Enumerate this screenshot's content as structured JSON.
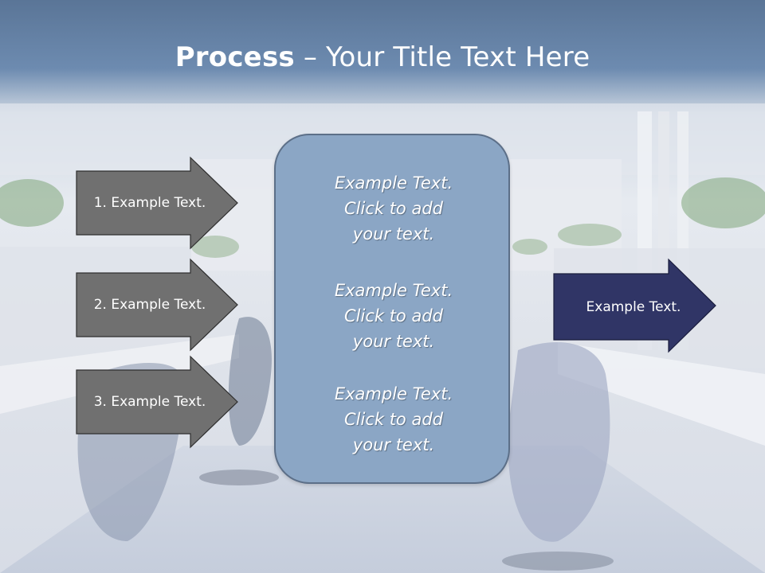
{
  "slide": {
    "title_strong": "Process",
    "title_rest": " – Your Title Text Here",
    "left_items": [
      "1. Example Text.",
      "2. Example Text.",
      "3. Example Text."
    ],
    "center_paragraphs": [
      "Example Text.\nClick  to add\nyour text.",
      "Example Text.\nClick  to add\nyour text.",
      "Example Text.\nClick  to add\nyour text."
    ],
    "right_item": "Example Text."
  },
  "colors": {
    "grey_arrow": "#707070",
    "navy_arrow": "#303566",
    "center_box": "#8ba6c5",
    "title_band": "#5a7597"
  }
}
